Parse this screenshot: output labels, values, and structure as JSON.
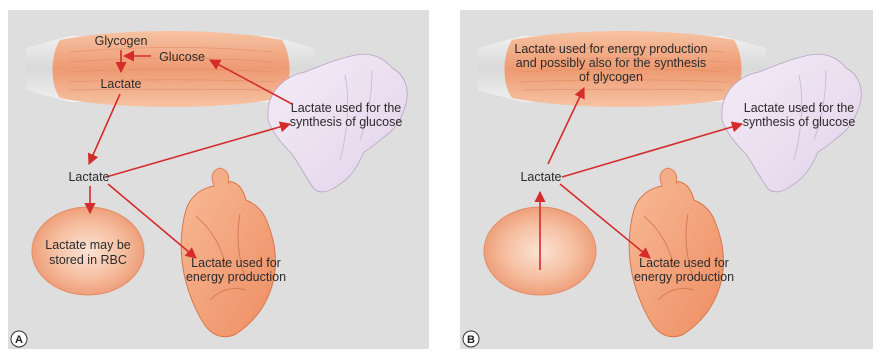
{
  "panel_a": {
    "letter": "A",
    "glycogen": "Glycogen",
    "glucose": "Glucose",
    "lactate_muscle": "Lactate",
    "liver_text_line1": "Lactate used for the",
    "liver_text_line2": "synthesis of glucose",
    "lactate_center": "Lactate",
    "rbc_text_line1": "Lactate may be",
    "rbc_text_line2": "stored in RBC",
    "heart_text_line1": "Lactate used for",
    "heart_text_line2": "energy production"
  },
  "panel_b": {
    "letter": "B",
    "muscle_text_line1": "Lactate used for energy production",
    "muscle_text_line2": "and possibly also for the synthesis",
    "muscle_text_line3": "of glycogen",
    "liver_text_line1": "Lactate used for the",
    "liver_text_line2": "synthesis of glucose",
    "lactate_center": "Lactate",
    "heart_text_line1": "Lactate used for",
    "heart_text_line2": "energy production"
  },
  "colors": {
    "panel_bg": "#dedede",
    "arrow": "#d62b2b",
    "muscle": "#f0a27a",
    "liver": "#ece1f1",
    "heart": "#f2a078",
    "rbc": "#f3b596"
  }
}
